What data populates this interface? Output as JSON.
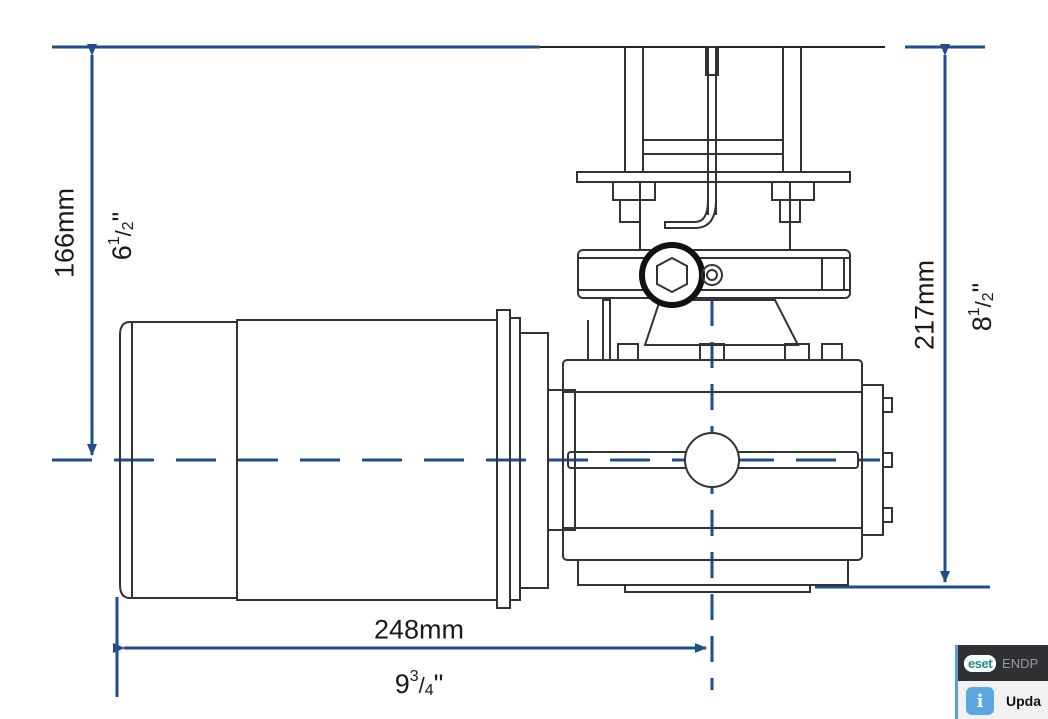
{
  "drawing": {
    "line_color": "#1f4e89",
    "height_left": {
      "metric": "166mm",
      "whole": "6",
      "num": "1",
      "den": "2",
      "unit": "\""
    },
    "height_total": {
      "metric": "217mm",
      "whole": "8",
      "num": "1",
      "den": "2",
      "unit": "\""
    },
    "length": {
      "metric": "248mm",
      "whole": "9",
      "num": "3",
      "den": "4",
      "unit": "\""
    }
  },
  "notification": {
    "logo": "eset",
    "product": "ENDP",
    "icon": "info-icon",
    "icon_glyph": "i",
    "message": "Upda"
  }
}
